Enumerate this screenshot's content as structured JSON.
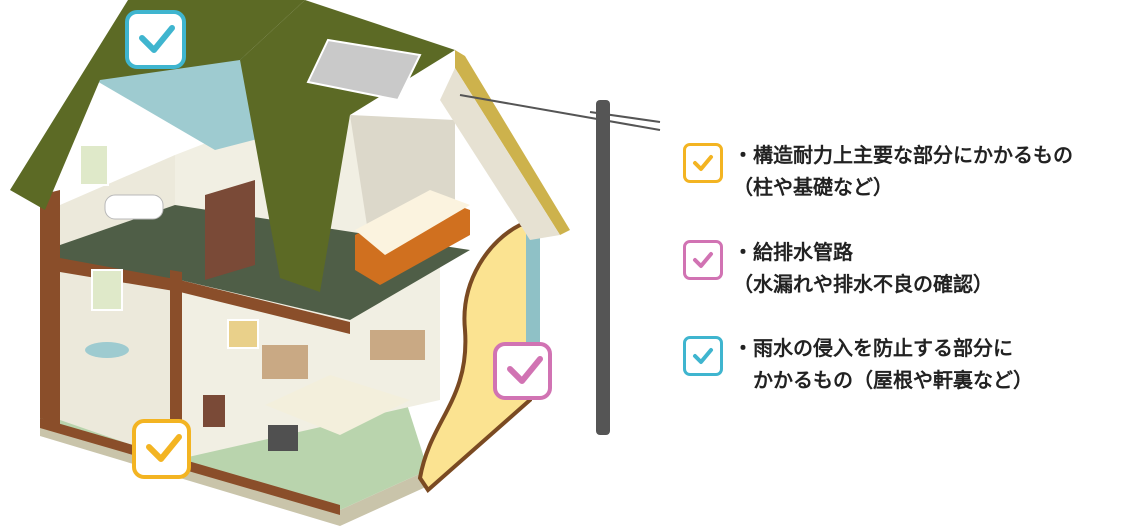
{
  "colors": {
    "check_yellow": "#f3b422",
    "check_pink": "#d173b3",
    "check_blue": "#3fb5cf",
    "roof": "#5c6a25",
    "roof_edge": "#cdb24c",
    "wall_exterior": "#fbe391",
    "frame": "#8a4e2a",
    "floor_upper": "#4f5e47",
    "floor_lower": "#b9d4ad",
    "ceiling": "#9ecbd0",
    "interior_wall": "#ece9db",
    "foundation": "#c9c4aa",
    "gutter": "#8fc1c6",
    "pole": "#555555",
    "bed_frame": "#d0701f",
    "wardrobe": "#7a4a37"
  },
  "markers": [
    {
      "id": "roof",
      "color": "#3fb5cf",
      "icon": "check-icon"
    },
    {
      "id": "wall",
      "color": "#d173b3",
      "icon": "check-icon"
    },
    {
      "id": "foundation",
      "color": "#f3b422",
      "icon": "check-icon"
    }
  ],
  "legend": {
    "items": [
      {
        "color": "#f3b422",
        "icon": "check-icon",
        "line1": "・構造耐力上主要な部分にかかるもの",
        "line2": "（柱や基礎など）"
      },
      {
        "color": "#d173b3",
        "icon": "check-icon",
        "line1": "・給排水管路",
        "line2": "（水漏れや排水不良の確認）"
      },
      {
        "color": "#3fb5cf",
        "icon": "check-icon",
        "line1": "・雨水の侵入を防止する部分に",
        "line2": "　かかるもの（屋根や軒裏など）"
      }
    ]
  }
}
